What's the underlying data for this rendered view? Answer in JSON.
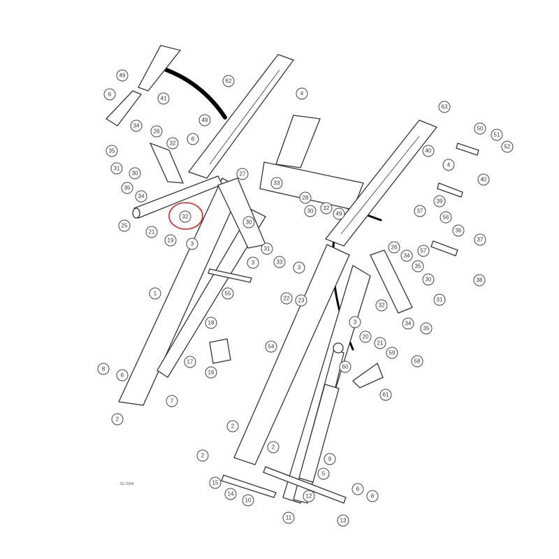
{
  "diagram": {
    "drawing_id": "SC-2946",
    "highlighted_callout": "32",
    "highlight_color": "#e02020",
    "callouts": [
      "49",
      "6",
      "41",
      "62",
      "4",
      "63",
      "34",
      "26",
      "49",
      "6",
      "35",
      "32",
      "31",
      "30",
      "35",
      "34",
      "27",
      "33",
      "28",
      "30",
      "32",
      "49",
      "50",
      "51",
      "52",
      "40",
      "4",
      "40",
      "39",
      "37",
      "56",
      "57",
      "36",
      "37",
      "38",
      "25",
      "32",
      "21",
      "19",
      "3",
      "30",
      "31",
      "3",
      "33",
      "3",
      "26",
      "34",
      "35",
      "30",
      "31",
      "32",
      "34",
      "35",
      "3",
      "20",
      "21",
      "1",
      "55",
      "22",
      "23",
      "18",
      "17",
      "16",
      "54",
      "59",
      "58",
      "60",
      "61",
      "8",
      "6",
      "7",
      "2",
      "2",
      "2",
      "2",
      "9",
      "5",
      "15",
      "14",
      "10",
      "12",
      "6",
      "8",
      "11",
      "13"
    ]
  }
}
